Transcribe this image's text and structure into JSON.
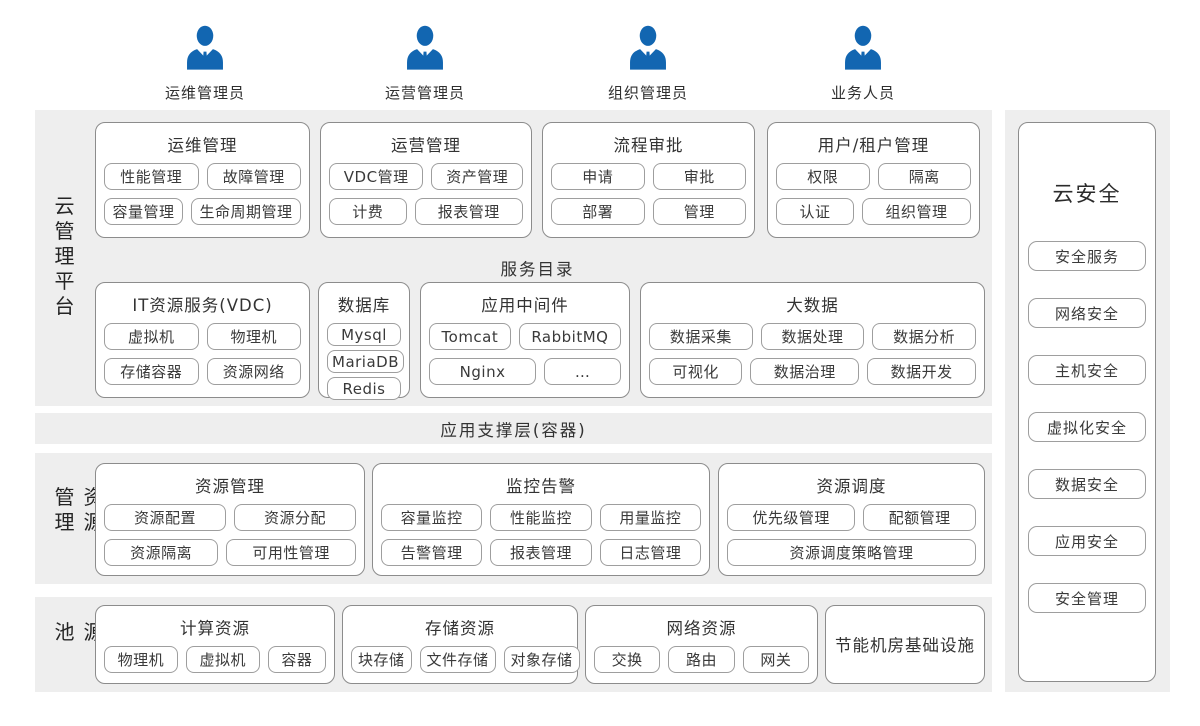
{
  "colors": {
    "persona_blue": "#1266b1",
    "band_bg": "#eeeeee",
    "box_border": "#8c8c8c",
    "pill_border": "#9e9e9e",
    "text": "#3a3a3a"
  },
  "personas": [
    {
      "icon": "businessperson-icon",
      "label": "运维管理员"
    },
    {
      "icon": "businessperson-icon",
      "label": "运营管理员"
    },
    {
      "icon": "businessperson-icon",
      "label": "组织管理员"
    },
    {
      "icon": "businessperson-icon",
      "label": "业务人员"
    }
  ],
  "side_labels": {
    "platform": "云管理平台",
    "resource_mgmt": "资源管理",
    "resource_pool": "资源池"
  },
  "platform_band": {
    "row1": [
      {
        "title": "运维管理",
        "rows": [
          [
            "性能管理",
            "故障管理"
          ],
          [
            "容量管理",
            "生命周期管理"
          ]
        ]
      },
      {
        "title": "运营管理",
        "rows": [
          [
            "VDC管理",
            "资产管理"
          ],
          [
            "计费",
            "报表管理"
          ]
        ]
      },
      {
        "title": "流程审批",
        "rows": [
          [
            "申请",
            "审批"
          ],
          [
            "部署",
            "管理"
          ]
        ]
      },
      {
        "title": "用户/租户管理",
        "rows": [
          [
            "权限",
            "隔离"
          ],
          [
            "认证",
            "组织管理"
          ]
        ]
      }
    ],
    "service_catalog_label": "服务目录",
    "row2": [
      {
        "title": "IT资源服务(VDC)",
        "rows": [
          [
            "虚拟机",
            "物理机"
          ],
          [
            "存储容器",
            "资源网络"
          ]
        ]
      },
      {
        "title": "数据库",
        "rows": [
          [
            "Mysql"
          ],
          [
            "MariaDB"
          ],
          [
            "Redis"
          ]
        ]
      },
      {
        "title": "应用中间件",
        "rows": [
          [
            "Tomcat",
            "RabbitMQ"
          ],
          [
            "Nginx",
            "…"
          ]
        ]
      },
      {
        "title": "大数据",
        "rows": [
          [
            "数据采集",
            "数据处理",
            "数据分析"
          ],
          [
            "可视化",
            "数据治理",
            "数据开发"
          ]
        ]
      }
    ]
  },
  "container_band": {
    "label": "应用支撑层(容器)"
  },
  "resource_mgmt_band": {
    "boxes": [
      {
        "title": "资源管理",
        "rows": [
          [
            "资源配置",
            "资源分配"
          ],
          [
            "资源隔离",
            "可用性管理"
          ]
        ]
      },
      {
        "title": "监控告警",
        "rows": [
          [
            "容量监控",
            "性能监控",
            "用量监控"
          ],
          [
            "告警管理",
            "报表管理",
            "日志管理"
          ]
        ]
      },
      {
        "title": "资源调度",
        "rows": [
          [
            "优先级管理",
            "配额管理"
          ],
          [
            "资源调度策略管理"
          ]
        ]
      }
    ]
  },
  "resource_pool_band": {
    "boxes": [
      {
        "title": "计算资源",
        "rows": [
          [
            "物理机",
            "虚拟机",
            "容器"
          ]
        ]
      },
      {
        "title": "存储资源",
        "rows": [
          [
            "块存储",
            "文件存储",
            "对象存储"
          ]
        ]
      },
      {
        "title": "网络资源",
        "rows": [
          [
            "交换",
            "路由",
            "网关"
          ]
        ]
      },
      {
        "title": "节能机房基础设施",
        "rows": []
      }
    ]
  },
  "security_panel": {
    "title": "云安全",
    "items": [
      "安全服务",
      "网络安全",
      "主机安全",
      "虚拟化安全",
      "数据安全",
      "应用安全",
      "安全管理"
    ]
  }
}
